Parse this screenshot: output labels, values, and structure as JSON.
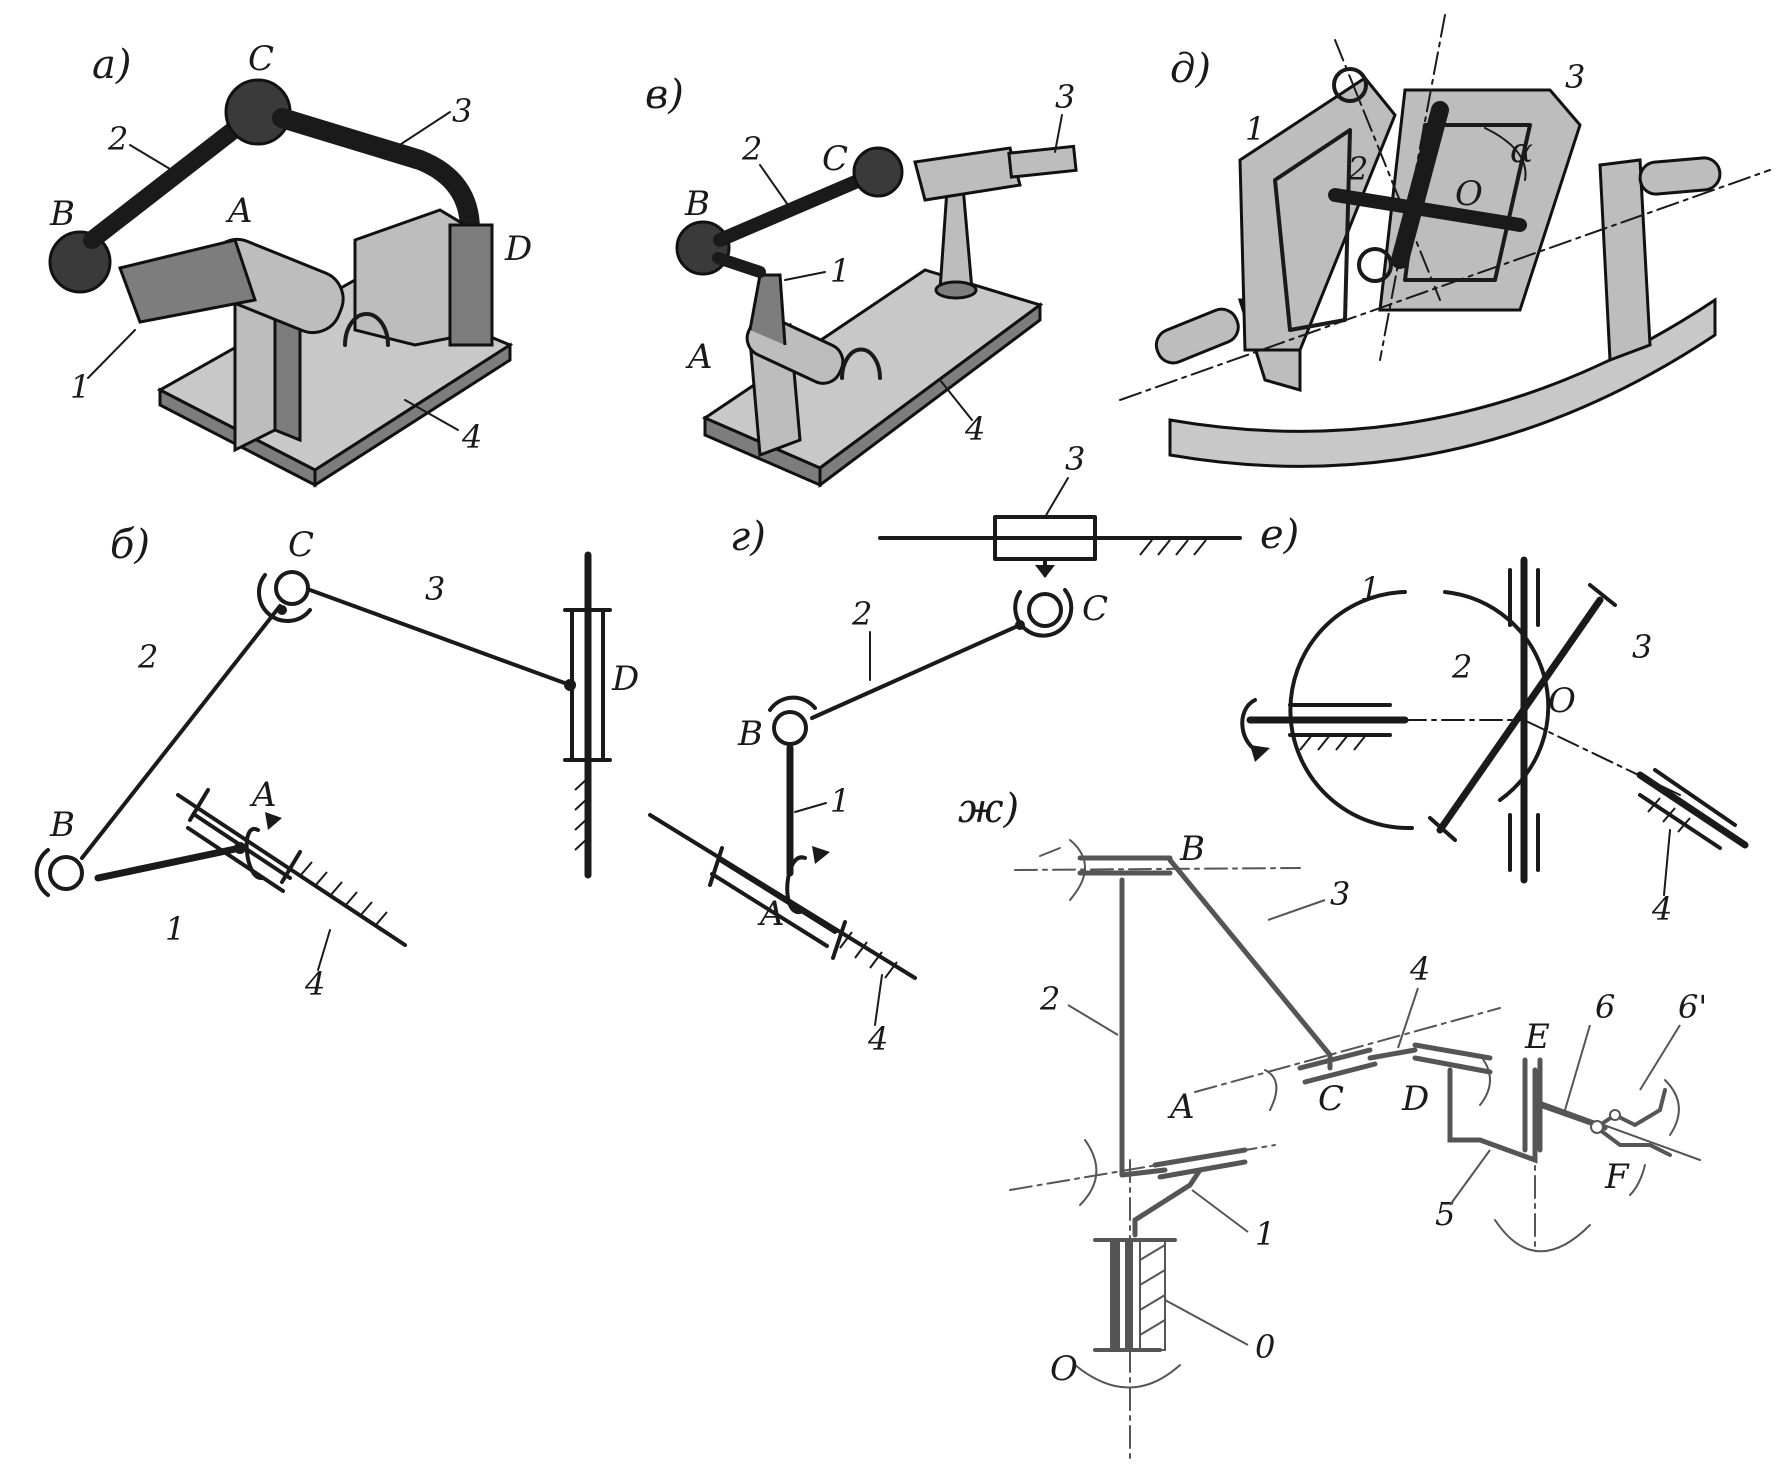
{
  "panels": {
    "a": {
      "label": "а)",
      "joints": [
        "A",
        "B",
        "C",
        "D"
      ],
      "links": [
        "1",
        "2",
        "3",
        "4"
      ]
    },
    "b": {
      "label": "б)",
      "joints": [
        "A",
        "B",
        "C",
        "D"
      ],
      "links": [
        "1",
        "2",
        "3",
        "4"
      ]
    },
    "v": {
      "label": "в)",
      "joints": [
        "A",
        "B",
        "C"
      ],
      "links": [
        "1",
        "2",
        "3",
        "4"
      ]
    },
    "g": {
      "label": "г)",
      "joints": [
        "A",
        "B",
        "C"
      ],
      "links": [
        "1",
        "2",
        "3",
        "4"
      ]
    },
    "d": {
      "label": "д)",
      "center": "O",
      "angle": "α",
      "links": [
        "1",
        "2",
        "3"
      ]
    },
    "e": {
      "label": "е)",
      "center": "O",
      "links": [
        "1",
        "2",
        "3",
        "4"
      ]
    },
    "zh": {
      "label": "ж)",
      "joints": [
        "A",
        "B",
        "C",
        "D",
        "E",
        "F"
      ],
      "base": "O",
      "links": [
        "1",
        "2",
        "3",
        "4",
        "5",
        "6",
        "6'",
        "0"
      ]
    }
  }
}
